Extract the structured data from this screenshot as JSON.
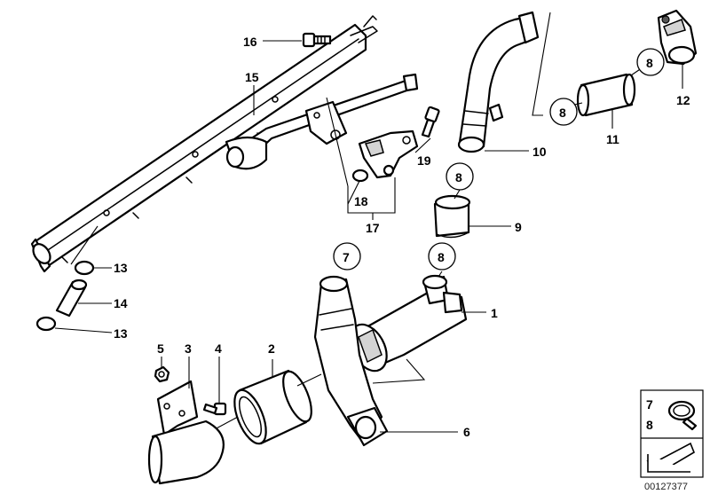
{
  "callouts": {
    "c1": "1",
    "c2": "2",
    "c3": "3",
    "c4": "4",
    "c5": "5",
    "c6": "6",
    "c7": "7",
    "c8a": "8",
    "c8b": "8",
    "c8c": "8",
    "c8d": "8",
    "c9": "9",
    "c10": "10",
    "c11": "11",
    "c12": "12",
    "c13a": "13",
    "c13b": "13",
    "c14": "14",
    "c15": "15",
    "c16": "16",
    "c17": "17",
    "c18": "18",
    "c19": "19"
  },
  "legend": {
    "label_top": "7",
    "label_bottom": "8"
  },
  "doc_number": "00127377"
}
